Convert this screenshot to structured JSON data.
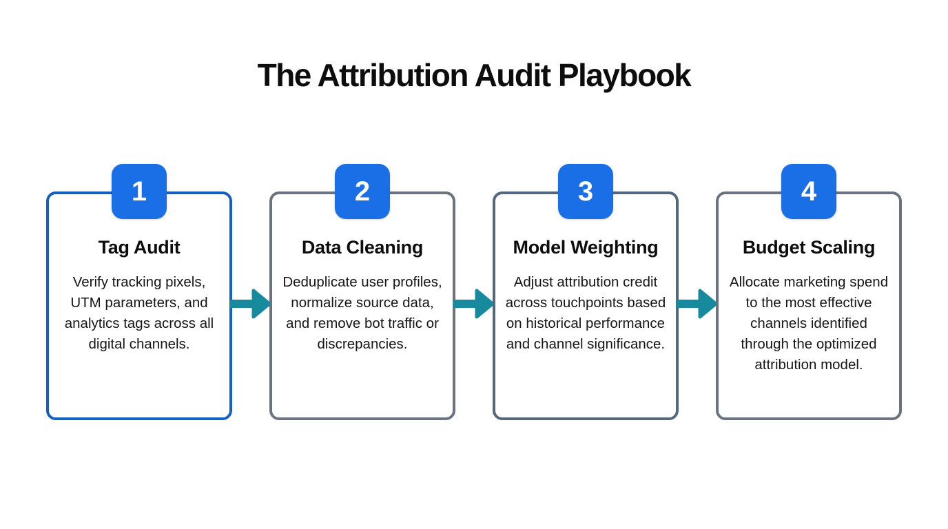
{
  "title": "The Attribution Audit Playbook",
  "colors": {
    "badge_blue": "#1a6ee6",
    "arrow_teal": "#178a9d",
    "card1_border": "#1460c0",
    "card2_border": "#6b7280",
    "card3_border": "#53687e",
    "card4_border": "#6b7280"
  },
  "steps": [
    {
      "number": "1",
      "title": "Tag Audit",
      "description": "Verify tracking pixels, UTM parameters, and analytics tags across all digital channels.",
      "border_color": "#1460c0"
    },
    {
      "number": "2",
      "title": "Data Cleaning",
      "description": "Deduplicate user profiles, normalize source data, and remove bot traffic or discrepancies.",
      "border_color": "#6b7280"
    },
    {
      "number": "3",
      "title": "Model Weighting",
      "description": "Adjust attribution credit across touchpoints based on historical performance and channel significance.",
      "border_color": "#53687e"
    },
    {
      "number": "4",
      "title": "Budget Scaling",
      "description": "Allocate marketing spend to the most effective channels identified through the optimized attribution model.",
      "border_color": "#6b7280"
    }
  ]
}
